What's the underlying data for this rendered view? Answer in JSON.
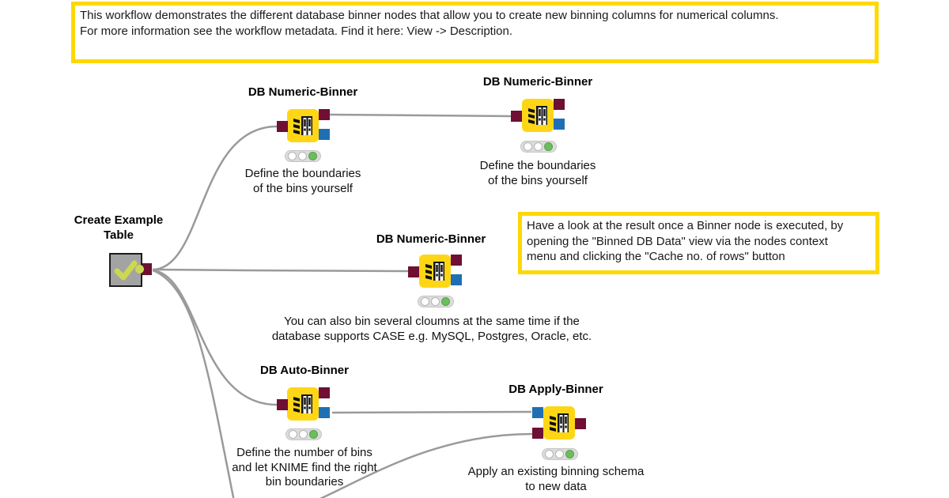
{
  "colors": {
    "canvas_bg": "#ffffff",
    "node_yellow": "#ffd616",
    "annotation_border_yellow": "#ffd800",
    "db_data_port_maroon": "#6e0f33",
    "db_session_port_blue": "#1f6fb5",
    "wire_gray": "#9a9a9a",
    "component_gray": "#a3a3a3",
    "status_green": "#6cbd5b",
    "checkmark_green": "#ccd94f",
    "traffic_light_bg": "#dcdcdc"
  },
  "icons": {
    "binner": "binner-icon (black histogram bars glyph)",
    "checkmark": "checkmark-icon (yellow-green check)"
  },
  "annotations": {
    "top_note": {
      "lines": [
        "This workflow demonstrates the different database binner nodes that allow you to create new binning columns for numerical columns.",
        "For more information see the workflow metadata. Find it here: View -> Description."
      ]
    },
    "result_note": {
      "lines": [
        "Have a look at the result once a Binner node is executed, by",
        "opening the \"Binned DB Data\" view via the nodes context",
        "menu and clicking the \"Cache no. of rows\" button"
      ]
    },
    "case_note": {
      "lines": [
        "You can also bin several cloumns at the same time if the",
        "database supports CASE e.g. MySQL, Postgres, Oracle, etc."
      ]
    }
  },
  "nodes": {
    "create_example_table": {
      "title_lines": [
        "Create Example",
        "Table"
      ],
      "status": "executed"
    },
    "numeric_binner_1": {
      "title": "DB Numeric-Binner",
      "caption": [
        "Define the boundaries",
        "of the bins yourself"
      ],
      "status": "executed"
    },
    "numeric_binner_2": {
      "title": "DB Numeric-Binner",
      "caption": [
        "Define the boundaries",
        "of the bins yourself"
      ],
      "status": "executed"
    },
    "numeric_binner_3": {
      "title": "DB Numeric-Binner",
      "caption": [],
      "status": "executed"
    },
    "auto_binner": {
      "title": "DB Auto-Binner",
      "caption": [
        "Define the number of bins",
        "and let KNIME find the right",
        "bin boundaries"
      ],
      "status": "executed"
    },
    "apply_binner": {
      "title": "DB Apply-Binner",
      "caption": [
        "Apply an existing binning schema",
        "to new data"
      ],
      "status": "executed"
    }
  }
}
